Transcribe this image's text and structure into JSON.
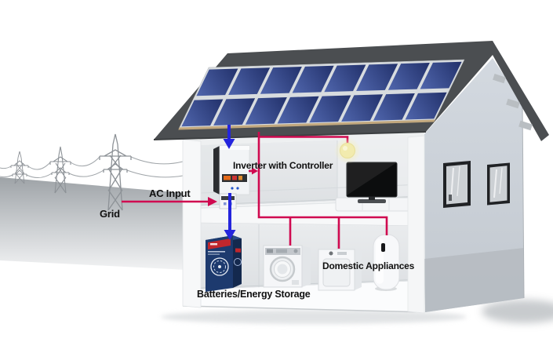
{
  "diagram": {
    "labels": {
      "grid": "Grid",
      "ac_input": "AC Input",
      "inverter": "Inverter with Controller",
      "domestic_appliances": "Domestic Appliances",
      "batteries": "Batteries/Energy Storage"
    },
    "components": [
      "grid-pylons",
      "power-lines",
      "house",
      "solar-panel-array",
      "inverter-with-controller",
      "ac-input-socket",
      "light-bulb",
      "tv",
      "battery-storage-unit",
      "washing-machine",
      "dishwasher",
      "water-heater"
    ],
    "colors": {
      "wire_red": "#d00a50",
      "arrow_blue": "#2525dd",
      "roof_gray": "#4b4e51",
      "panel_blue": "#2e4a97",
      "wall_gray": "#c9cfd6",
      "text_color": "#111111"
    }
  }
}
